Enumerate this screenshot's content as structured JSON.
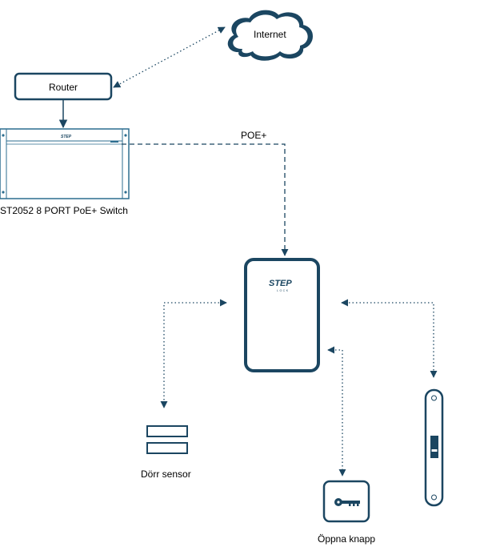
{
  "internet": {
    "label": "Internet"
  },
  "router": {
    "label": "Router"
  },
  "switch": {
    "label": "ST2052 8 PORT PoE+ Switch",
    "brand": "STEP"
  },
  "poe_link": {
    "label": "POE+"
  },
  "controller": {
    "brand": "STEP",
    "sub": "LOCK"
  },
  "door_sensor": {
    "label": "Dörr sensor"
  },
  "open_button": {
    "label": "Öppna knapp"
  },
  "colors": {
    "primary": "#1b4661",
    "switch_edge": "#2c6d8f",
    "background": "#ffffff"
  }
}
